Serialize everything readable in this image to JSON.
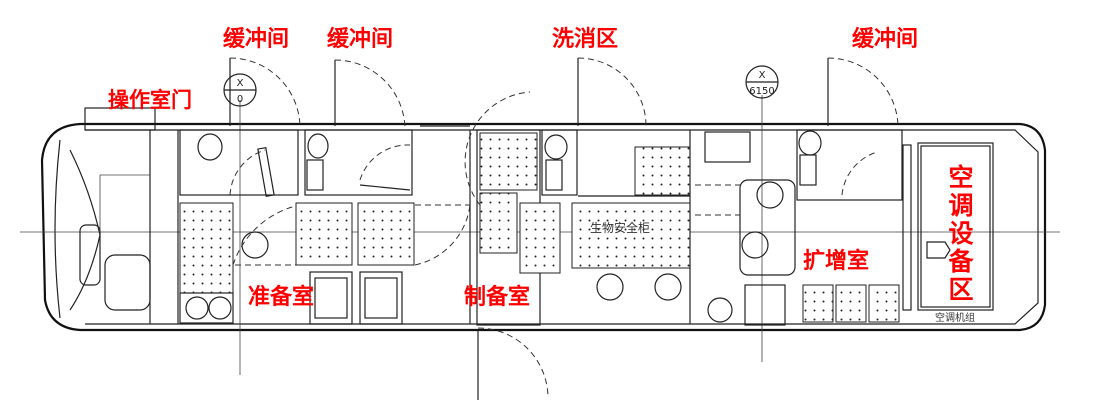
{
  "labels": {
    "buffer_1": "缓冲间",
    "buffer_2": "缓冲间",
    "decon_area": "洗消区",
    "buffer_3": "缓冲间",
    "operator_door": "操作室门",
    "prep_room": "准备室",
    "production_room": "制备室",
    "amplification_room": "扩增室",
    "ac_area": [
      "空",
      "调",
      "设",
      "备",
      "区"
    ]
  },
  "equipment": {
    "biosafety_cabinet": "生物安全柜",
    "ac_unit": "空调机组"
  },
  "axes": [
    {
      "letter": "X",
      "value": "0"
    },
    {
      "letter": "X",
      "value": "6150"
    }
  ],
  "colors": {
    "label": "#ff0000",
    "line": "#222222"
  }
}
